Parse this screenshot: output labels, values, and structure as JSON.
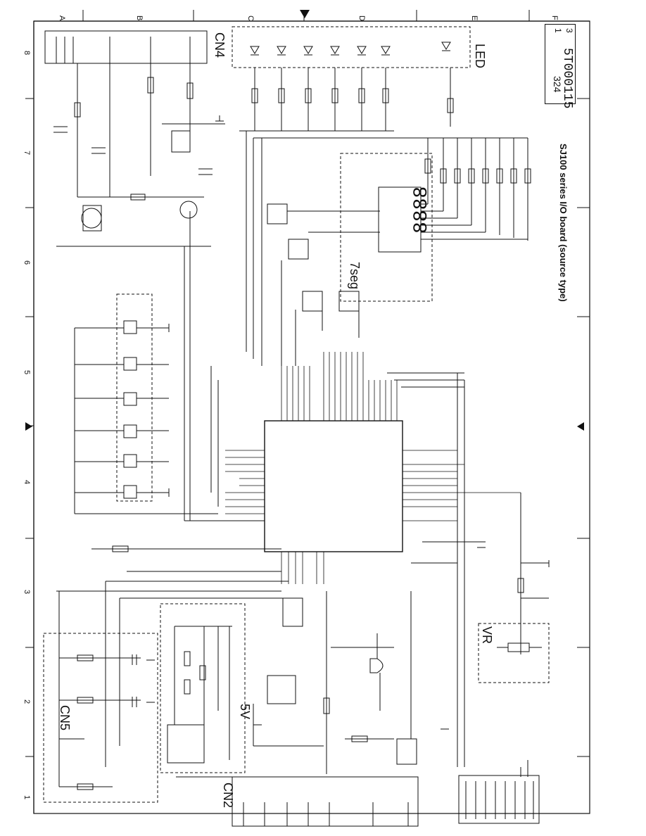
{
  "sheet": {
    "column_letters": [
      "A",
      "B",
      "C",
      "D",
      "E",
      "F"
    ],
    "row_numbers": [
      "8",
      "7",
      "6",
      "5",
      "4",
      "3",
      "2",
      "1"
    ],
    "title": "SJ100 series I/O board (source type)",
    "drawing_number": "5T000115",
    "sheet_index": "1",
    "sheet_total": "3",
    "rev": "324"
  },
  "blocks": {
    "cn4": "CN4",
    "led": "LED",
    "seg7": "7seg",
    "cn5": "CN5",
    "cn2": "CN2",
    "supply": "5V",
    "vr": "VR"
  }
}
